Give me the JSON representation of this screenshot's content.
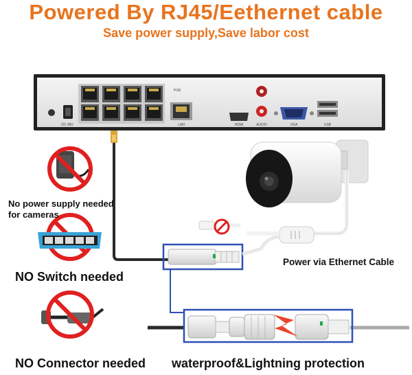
{
  "header": {
    "title": "Powered By RJ45/Eethernet cable",
    "subtitle": "Save power supply,Save labor cost"
  },
  "features": {
    "no_power_supply": "No power supply needed for cameras",
    "no_switch": "NO Switch needed",
    "no_connector": "NO Connector needed"
  },
  "labels": {
    "power_via_ethernet": "Power via Ethernet Cable",
    "waterproof": "waterproof&Lightning protection"
  },
  "nvr": {
    "poe_label": "POE",
    "dc_label": "DC 48V",
    "lan_label": "LAN",
    "hdmi_label": "HDMI",
    "audio_label": "AUDIO",
    "vga_label": "VGA",
    "usb_label": "USB"
  },
  "colors": {
    "accent": "#e8731d",
    "frame": "#2d4fb5",
    "prohibit": "#e02020",
    "lightning": "#e8452a"
  }
}
